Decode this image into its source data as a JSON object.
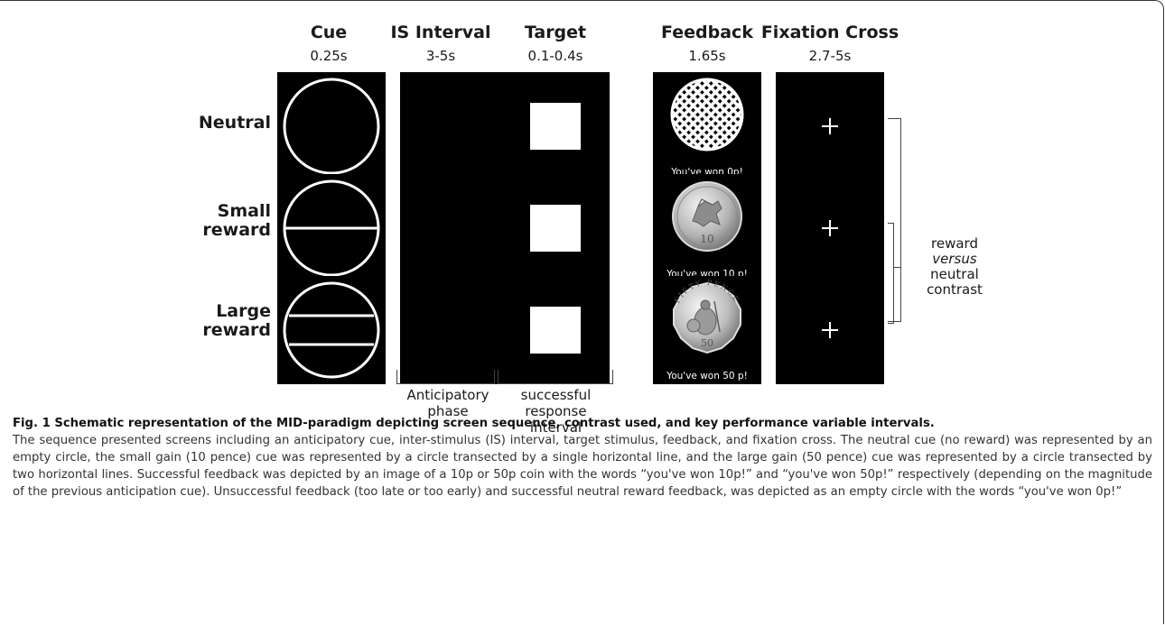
{
  "columns": [
    {
      "header": "Cue",
      "duration": "0.25s"
    },
    {
      "header": "IS Interval",
      "duration": "3-5s"
    },
    {
      "header": "Target",
      "duration": "0.1-0.4s"
    },
    {
      "header": "Feedback",
      "duration": "1.65s"
    },
    {
      "header": "Fixation Cross",
      "duration": "2.7-5s"
    }
  ],
  "rows": [
    {
      "label_line1": "Neutral",
      "label_line2": "",
      "feedback_text": "You've won 0p!",
      "cue_lines": 0
    },
    {
      "label_line1": "Small",
      "label_line2": "reward",
      "feedback_text": "You've won 10 p!",
      "cue_lines": 1
    },
    {
      "label_line1": "Large",
      "label_line2": "reward",
      "feedback_text": "You've won 50 p!",
      "cue_lines": 2
    }
  ],
  "brackets": {
    "anticipatory": {
      "line1": "Anticipatory",
      "line2": "phase"
    },
    "response": {
      "line1": "successful",
      "line2": "response",
      "line3": "interval"
    }
  },
  "contrast": {
    "line1": "reward",
    "line2": "versus",
    "line3": "neutral",
    "line4": "contrast"
  },
  "coins": {
    "coin1_number": "10",
    "coin2_number": "50",
    "coin2_rim_text": "FIFTY PENCE"
  },
  "caption": {
    "title": "Fig. 1 Schematic representation of the MID-paradigm depicting screen sequence, contrast used, and key performance variable intervals.",
    "body": "The sequence presented screens including an anticipatory cue, inter-stimulus (IS) interval, target stimulus, feedback, and fixation cross. The neutral cue (no reward) was represented by an empty circle, the small gain (10 pence) cue was represented by a circle transected by a single horizontal line, and the large gain (50 pence) cue was represented by a circle transected by two horizontal lines. Successful feedback was depicted by an image of a 10p or 50p coin with the words “you've won 10p!” and “you've won 50p!” respectively (depending on the magnitude of the previous anticipation cue). Unsuccessful feedback (too late or too early) and successful neutral reward feedback, was depicted as an empty circle with the words “you've won 0p!”"
  }
}
